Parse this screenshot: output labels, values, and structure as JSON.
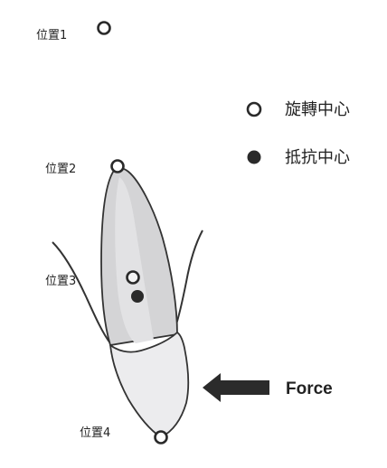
{
  "positions": {
    "p1": "位置1",
    "p2": "位置2",
    "p3": "位置3",
    "p4": "位置4"
  },
  "legend": {
    "rotation_center": "旋轉中心",
    "resistance_center": "抵抗中心"
  },
  "force": {
    "label": "Force"
  },
  "colors": {
    "tooth_root_fill": "#d4d4d6",
    "crown_fill": "#ececee",
    "outline": "#333333",
    "arrow": "#2b2b2b",
    "marker": "#2a2a2a"
  },
  "icons": {
    "rotation_center": "open-circle-icon",
    "resistance_center": "filled-circle-icon",
    "force_direction": "left-arrow-icon"
  }
}
